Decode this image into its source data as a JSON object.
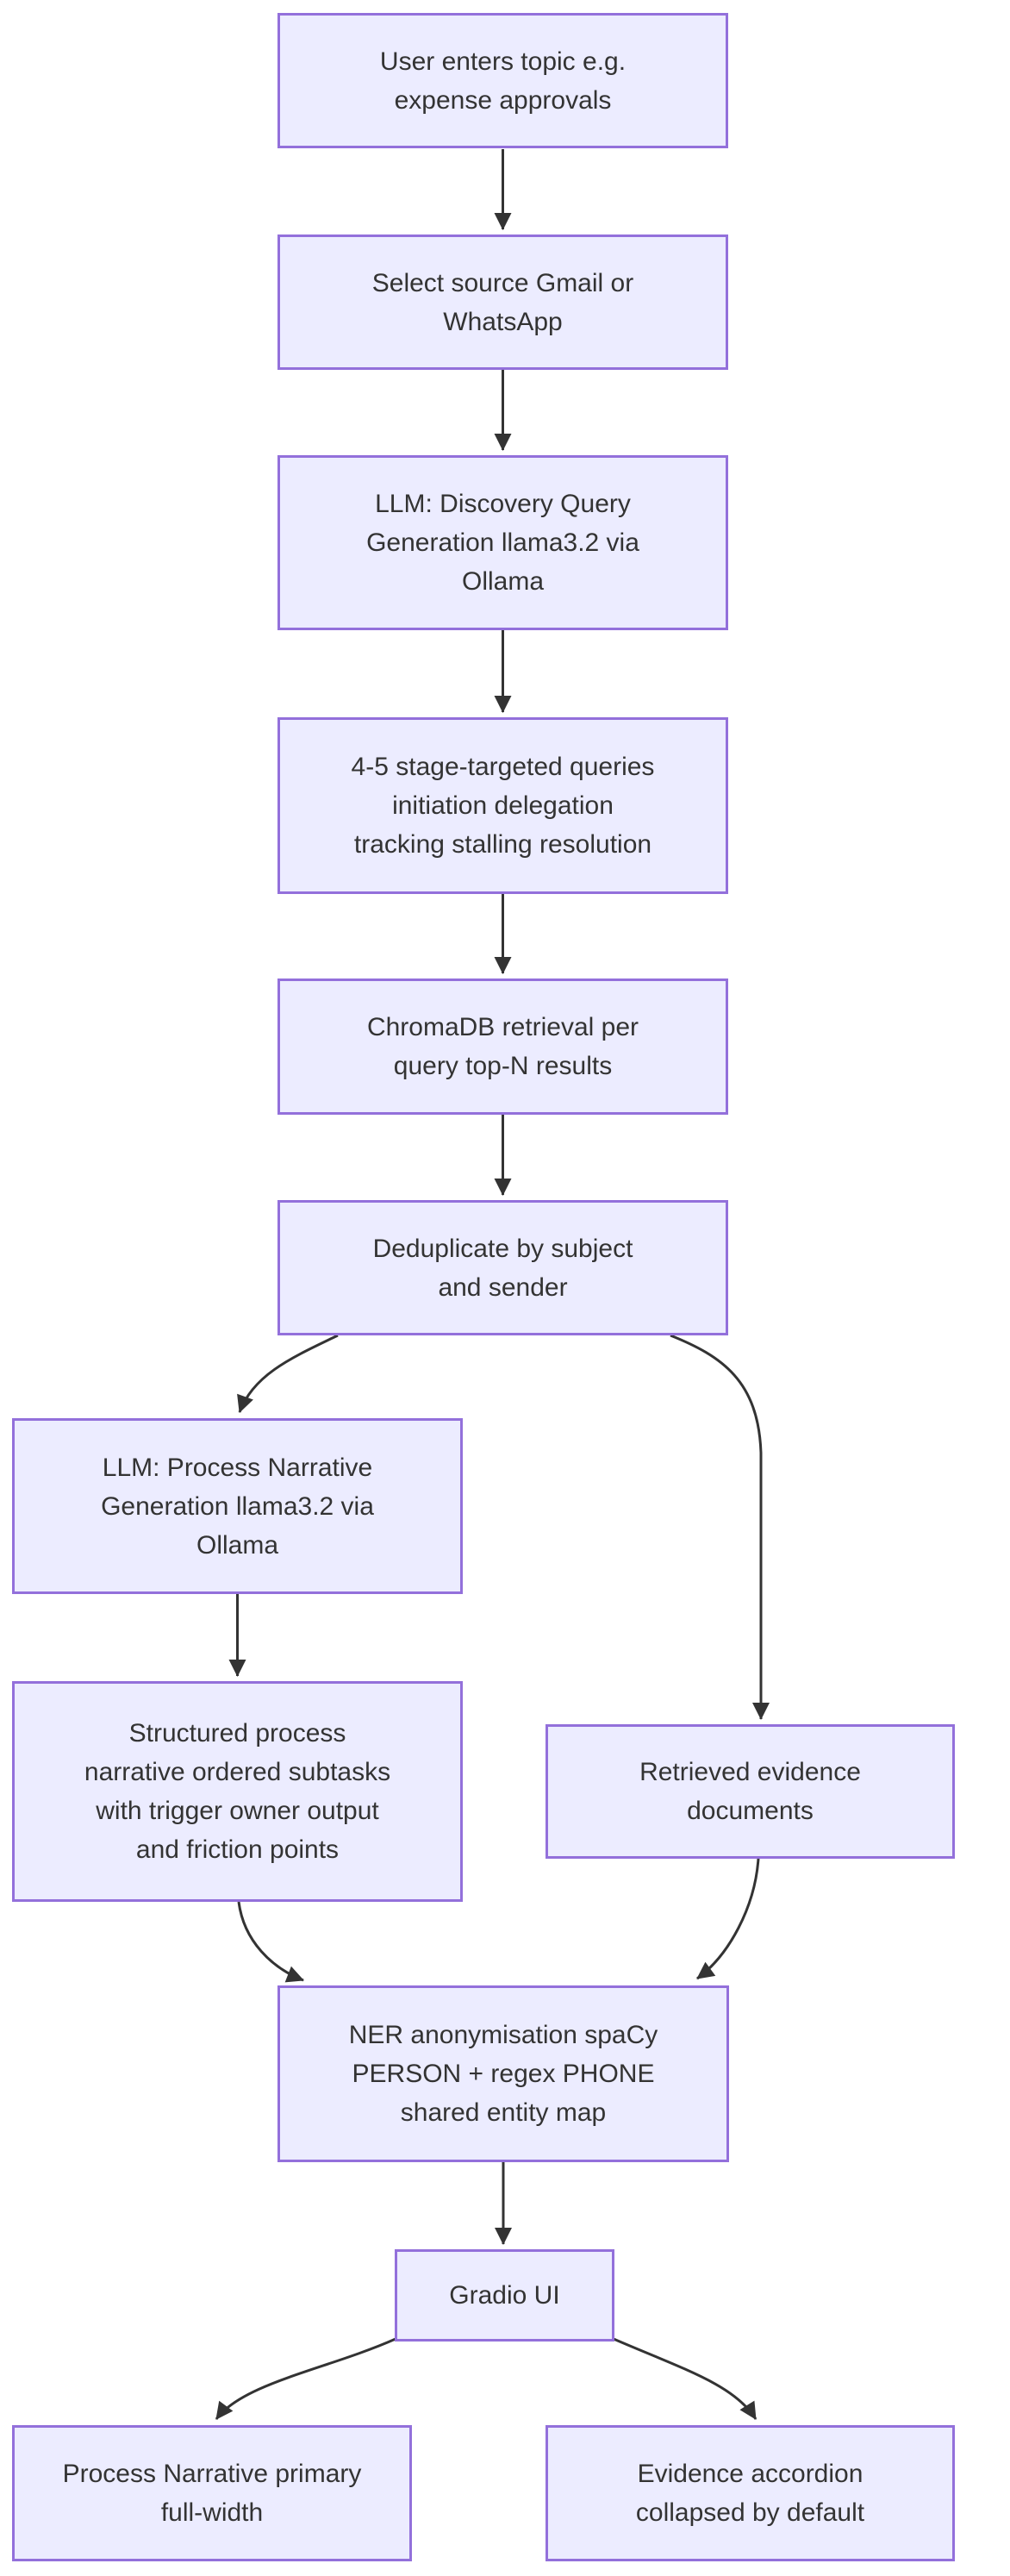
{
  "diagram": {
    "type": "flowchart",
    "direction": "top-down",
    "colors": {
      "node_fill": "#ECECFF",
      "node_border": "#9370DB",
      "edge_color": "#333333",
      "text_color": "#333333",
      "background": "#ffffff"
    },
    "nodes": [
      {
        "id": "user-topic",
        "lines": [
          "User enters topic e.g.",
          "expense approvals"
        ]
      },
      {
        "id": "select-source",
        "lines": [
          "Select source Gmail or",
          "WhatsApp"
        ]
      },
      {
        "id": "llm-discovery",
        "lines": [
          "LLM: Discovery Query",
          "Generation llama3.2 via",
          "Ollama"
        ]
      },
      {
        "id": "stage-queries",
        "lines": [
          "4-5 stage-targeted queries",
          "initiation delegation",
          "tracking stalling resolution"
        ]
      },
      {
        "id": "chromadb-retrieval",
        "lines": [
          "ChromaDB retrieval per",
          "query top-N results"
        ]
      },
      {
        "id": "deduplicate",
        "lines": [
          "Deduplicate by subject",
          "and sender"
        ]
      },
      {
        "id": "llm-narrative",
        "lines": [
          "LLM: Process Narrative",
          "Generation llama3.2 via",
          "Ollama"
        ]
      },
      {
        "id": "structured-narrative",
        "lines": [
          "Structured process",
          "narrative ordered subtasks",
          "with trigger owner output",
          "and friction points"
        ]
      },
      {
        "id": "evidence-docs",
        "lines": [
          "Retrieved evidence",
          "documents"
        ]
      },
      {
        "id": "ner-anonymisation",
        "lines": [
          "NER anonymisation spaCy",
          "PERSON + regex PHONE",
          "shared entity map"
        ]
      },
      {
        "id": "gradio-ui",
        "lines": [
          "Gradio UI"
        ]
      },
      {
        "id": "narrative-panel",
        "lines": [
          "Process Narrative primary",
          "full-width"
        ]
      },
      {
        "id": "evidence-accordion",
        "lines": [
          "Evidence accordion",
          "collapsed by default"
        ]
      }
    ],
    "edges": [
      {
        "from": "user-topic",
        "to": "select-source"
      },
      {
        "from": "select-source",
        "to": "llm-discovery"
      },
      {
        "from": "llm-discovery",
        "to": "stage-queries"
      },
      {
        "from": "stage-queries",
        "to": "chromadb-retrieval"
      },
      {
        "from": "chromadb-retrieval",
        "to": "deduplicate"
      },
      {
        "from": "deduplicate",
        "to": "llm-narrative"
      },
      {
        "from": "deduplicate",
        "to": "evidence-docs"
      },
      {
        "from": "llm-narrative",
        "to": "structured-narrative"
      },
      {
        "from": "structured-narrative",
        "to": "ner-anonymisation"
      },
      {
        "from": "evidence-docs",
        "to": "ner-anonymisation"
      },
      {
        "from": "ner-anonymisation",
        "to": "gradio-ui"
      },
      {
        "from": "gradio-ui",
        "to": "narrative-panel"
      },
      {
        "from": "gradio-ui",
        "to": "evidence-accordion"
      }
    ]
  }
}
